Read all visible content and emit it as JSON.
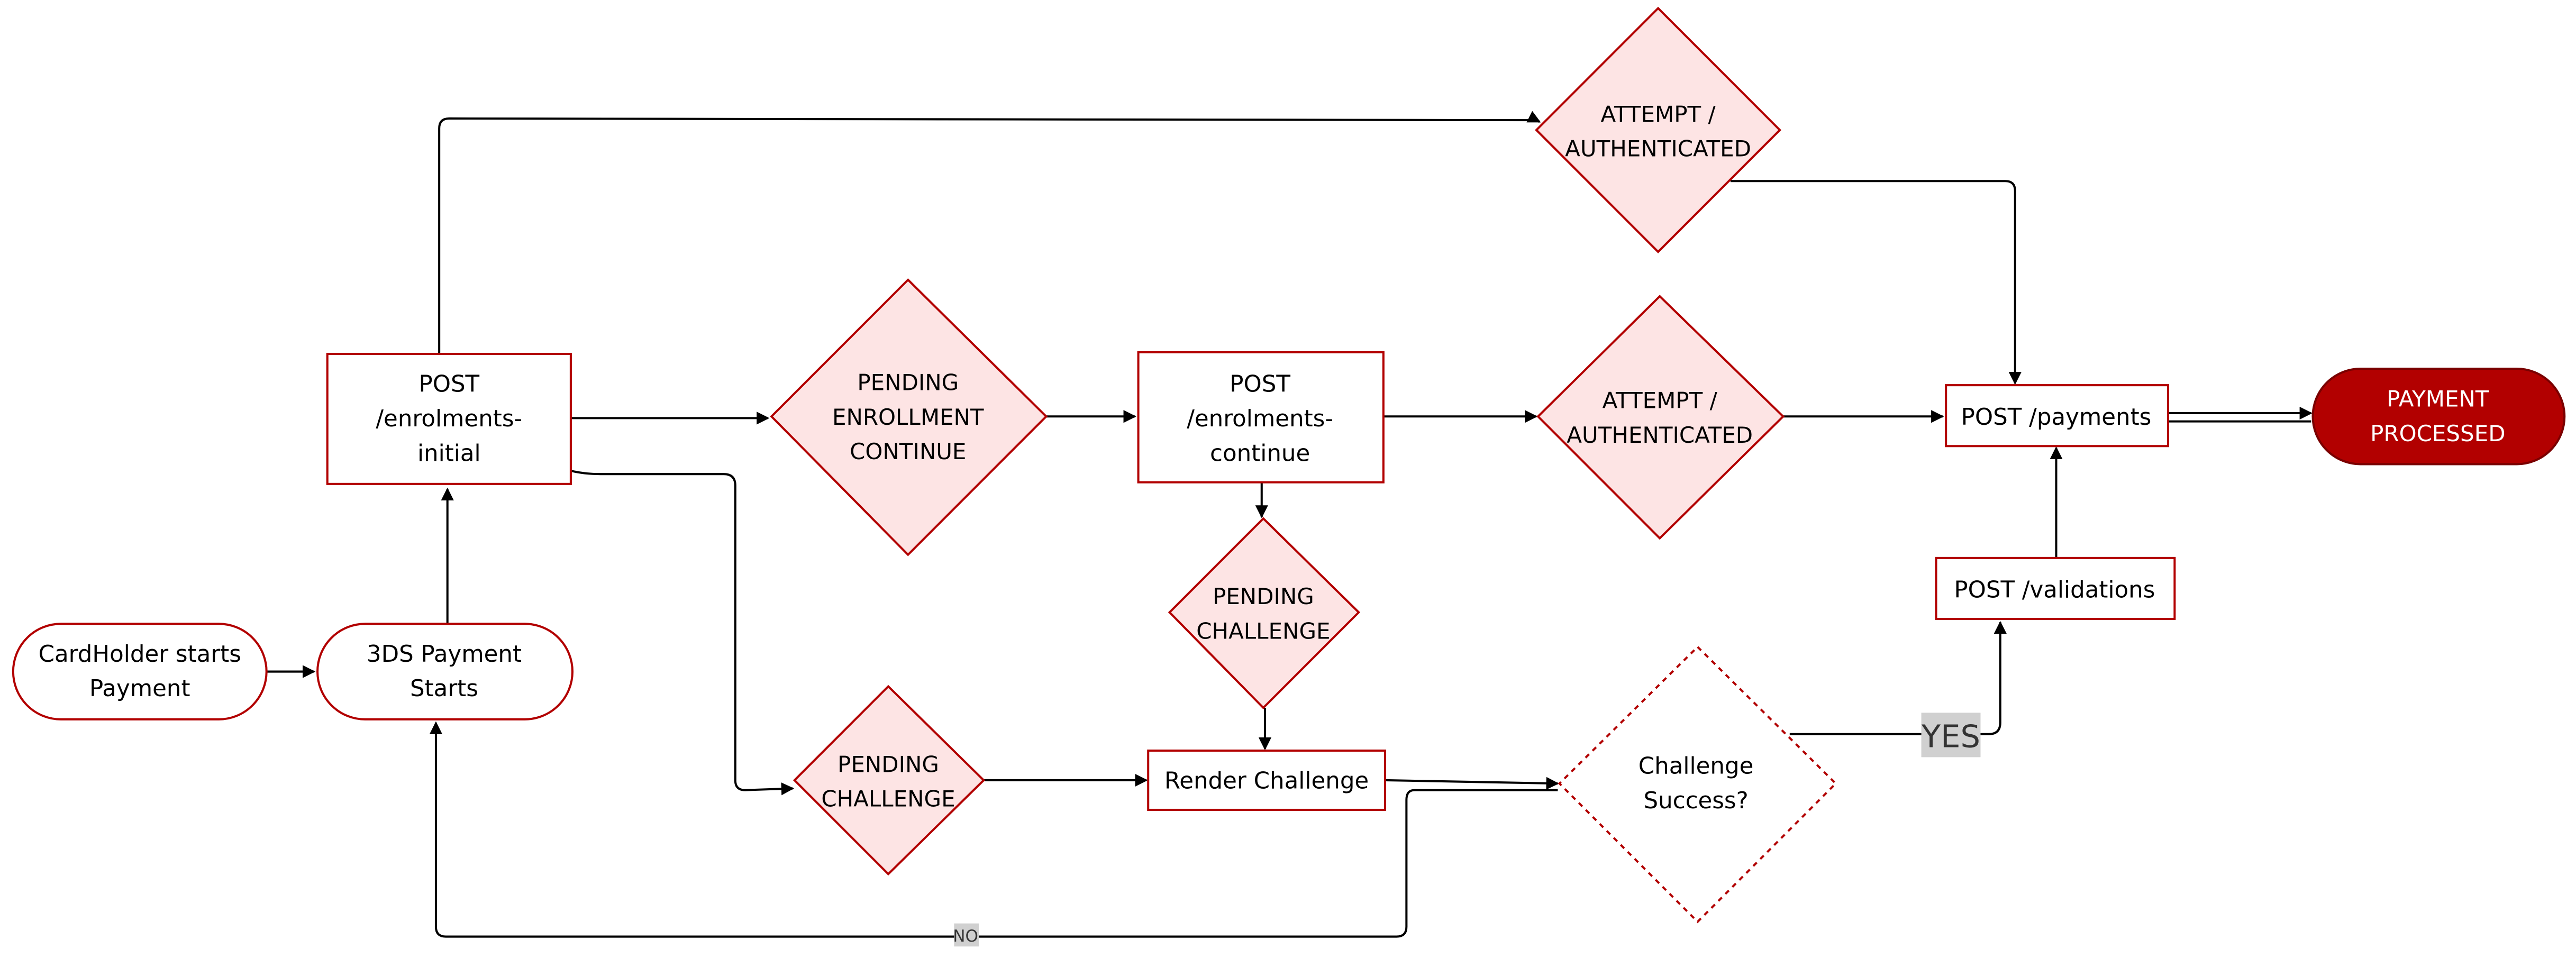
{
  "colors": {
    "node_stroke": "#b20000",
    "node_fill": "#ffffff",
    "decision_fill": "#fde4e4",
    "terminal_fill": "#b20000",
    "terminal_text": "#ffffff",
    "edge": "#000000",
    "label_bg": "#d0d0d0",
    "text": "#000000"
  },
  "nodes": {
    "cardholder_start": {
      "lines": [
        "CardHolder starts",
        "Payment"
      ]
    },
    "payment_starts": {
      "lines": [
        "3DS Payment",
        "Starts"
      ]
    },
    "post_initial": {
      "lines": [
        "POST",
        "/enrolments-",
        "initial"
      ]
    },
    "pending_enrollment": {
      "lines": [
        "PENDING",
        "ENROLLMENT",
        "CONTINUE"
      ]
    },
    "post_continue": {
      "lines": [
        "POST",
        "/enrolments-",
        "continue"
      ]
    },
    "attempt_top": {
      "lines": [
        "ATTEMPT /",
        "AUTHENTICATED"
      ]
    },
    "attempt_mid": {
      "lines": [
        "ATTEMPT /",
        "AUTHENTICATED"
      ]
    },
    "pending_challenge_mid": {
      "lines": [
        "PENDING",
        "CHALLENGE"
      ]
    },
    "pending_challenge_low": {
      "lines": [
        "PENDING",
        "CHALLENGE"
      ]
    },
    "render_challenge": {
      "lines": [
        "Render Challenge"
      ]
    },
    "challenge_success": {
      "lines": [
        "Challenge",
        "Success?"
      ]
    },
    "post_validations": {
      "lines": [
        "POST /validations"
      ]
    },
    "post_payments": {
      "lines": [
        "POST /payments"
      ]
    },
    "payment_processed": {
      "lines": [
        "PAYMENT",
        "PROCESSED"
      ]
    }
  },
  "edge_labels": {
    "yes": "YES",
    "no": "NO"
  }
}
